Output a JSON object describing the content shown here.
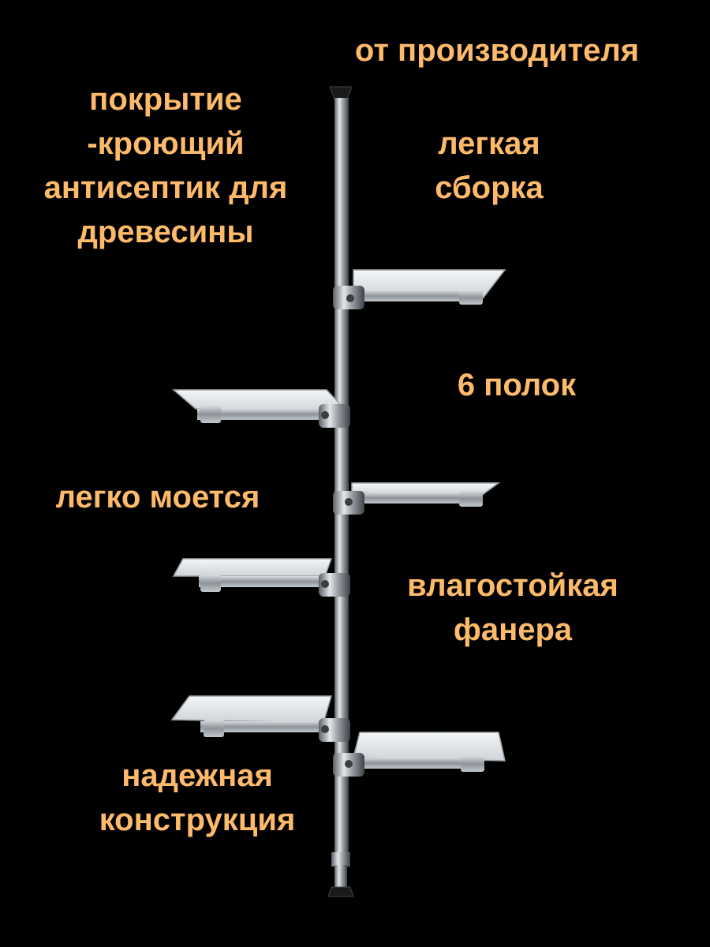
{
  "texts": {
    "producer": "от производителя",
    "coating": [
      "покрытие",
      "-кроющий",
      "антисептик для",
      "древесины"
    ],
    "assembly": [
      "легкая",
      "сборка"
    ],
    "shelves": "6 полок",
    "washable": "легко моется",
    "plywood": [
      "влагостойкая",
      "фанера"
    ],
    "construction": [
      "надежная",
      "конструкция"
    ]
  },
  "colors": {
    "background": "#000000",
    "text": "#FDBA6B",
    "pole": "#B9BEC3",
    "shelf": "#E8EBEE"
  },
  "product": {
    "icon": "pole-shelf-stand-image"
  }
}
